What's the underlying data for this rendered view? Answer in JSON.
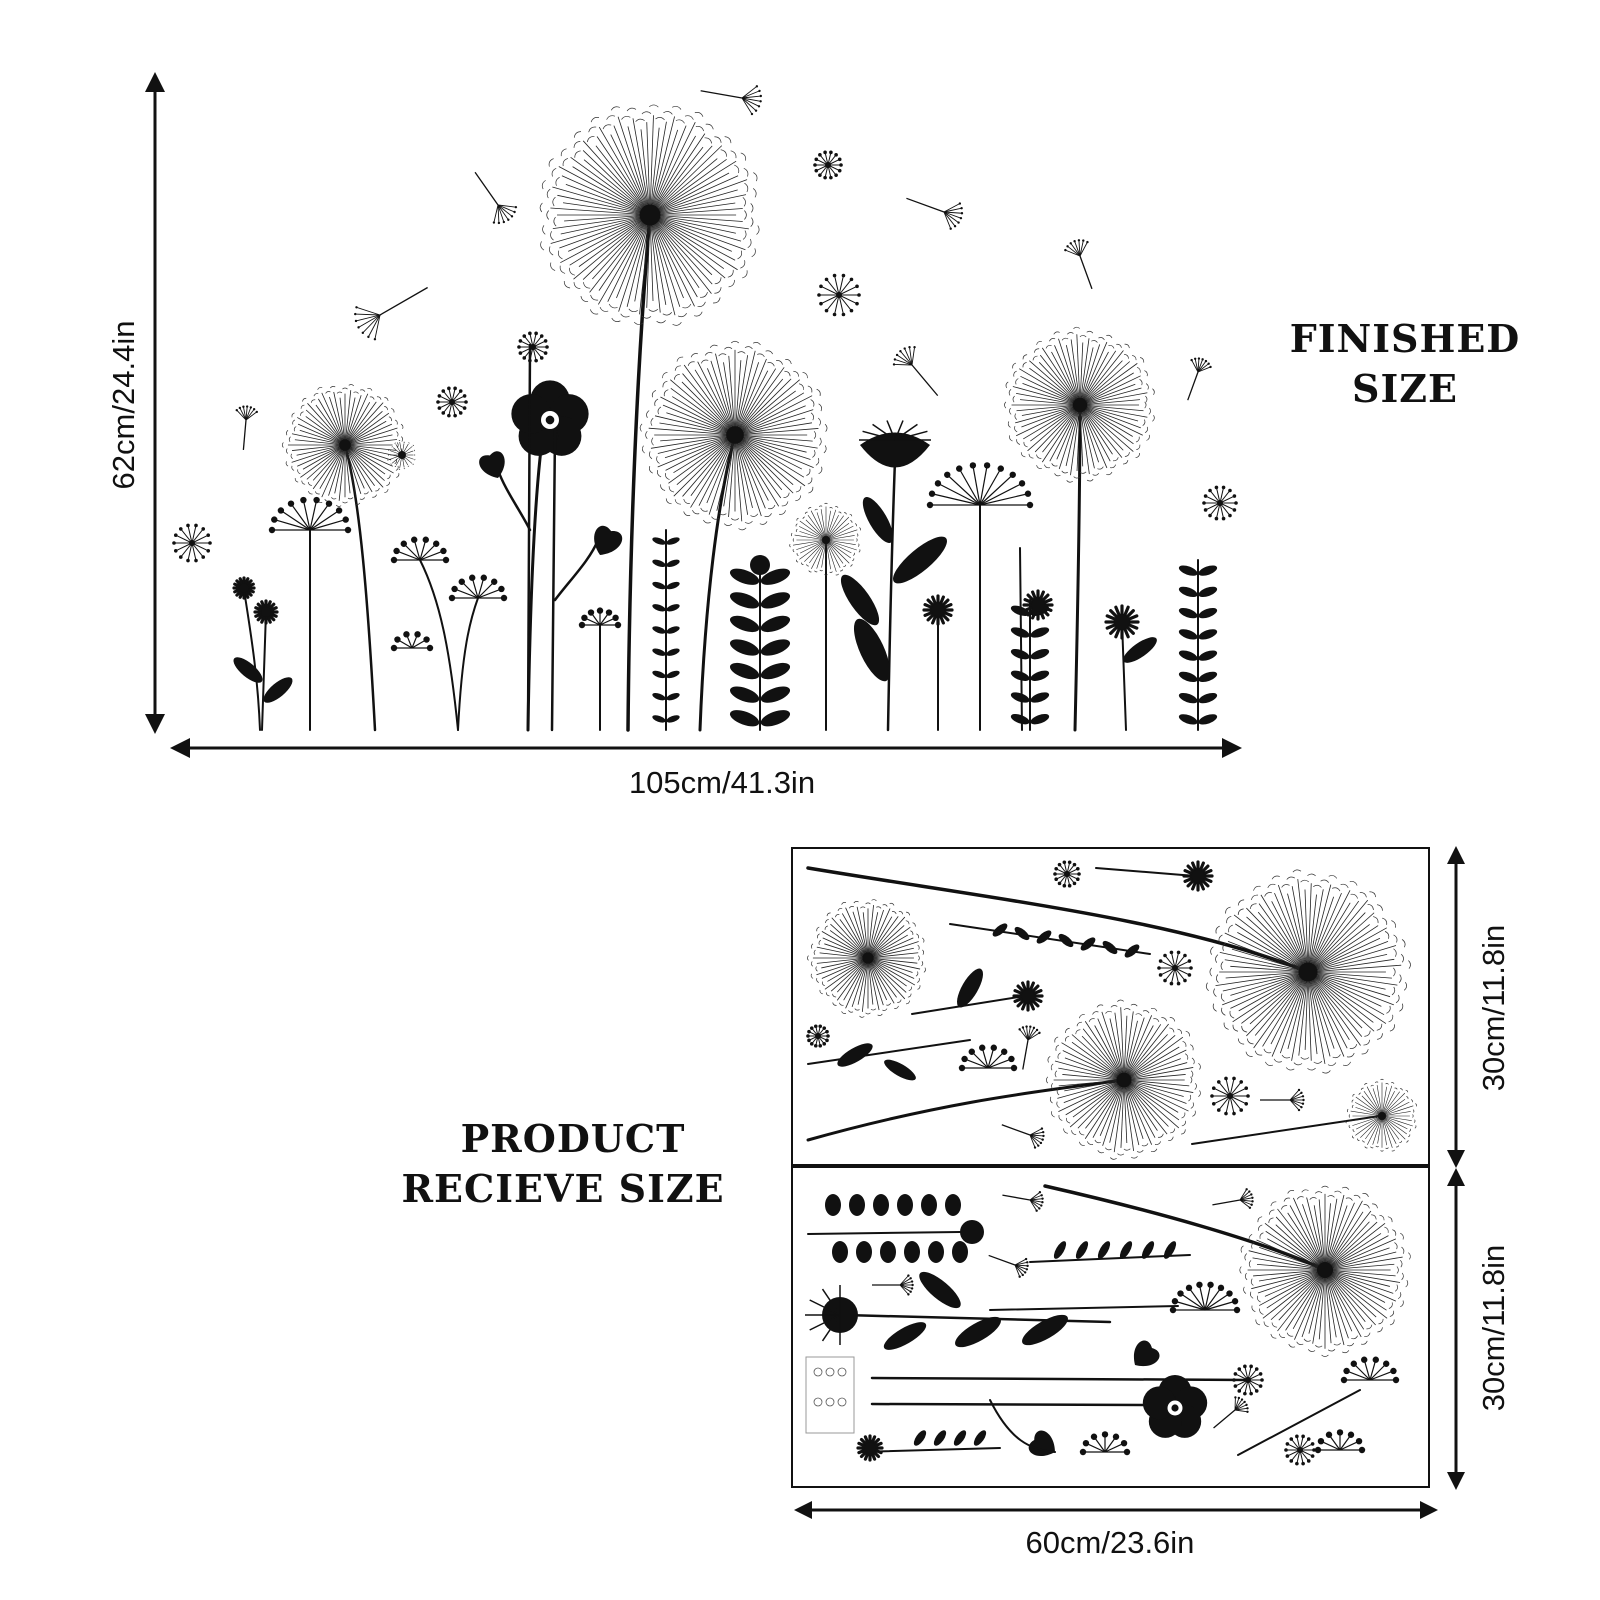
{
  "finished": {
    "title_line1": "FINISHED",
    "title_line2": "SIZE",
    "width_label": "105cm/41.3in",
    "height_label": "62cm/24.4in"
  },
  "product": {
    "title_line1": "PRODUCT",
    "title_line2": "RECIEVE SIZE",
    "width_label": "60cm/23.6in",
    "top_sheet_height_label": "30cm/11.8in",
    "bottom_sheet_height_label": "30cm/11.8in"
  },
  "colors": {
    "ink": "#111111",
    "background": "#ffffff"
  }
}
